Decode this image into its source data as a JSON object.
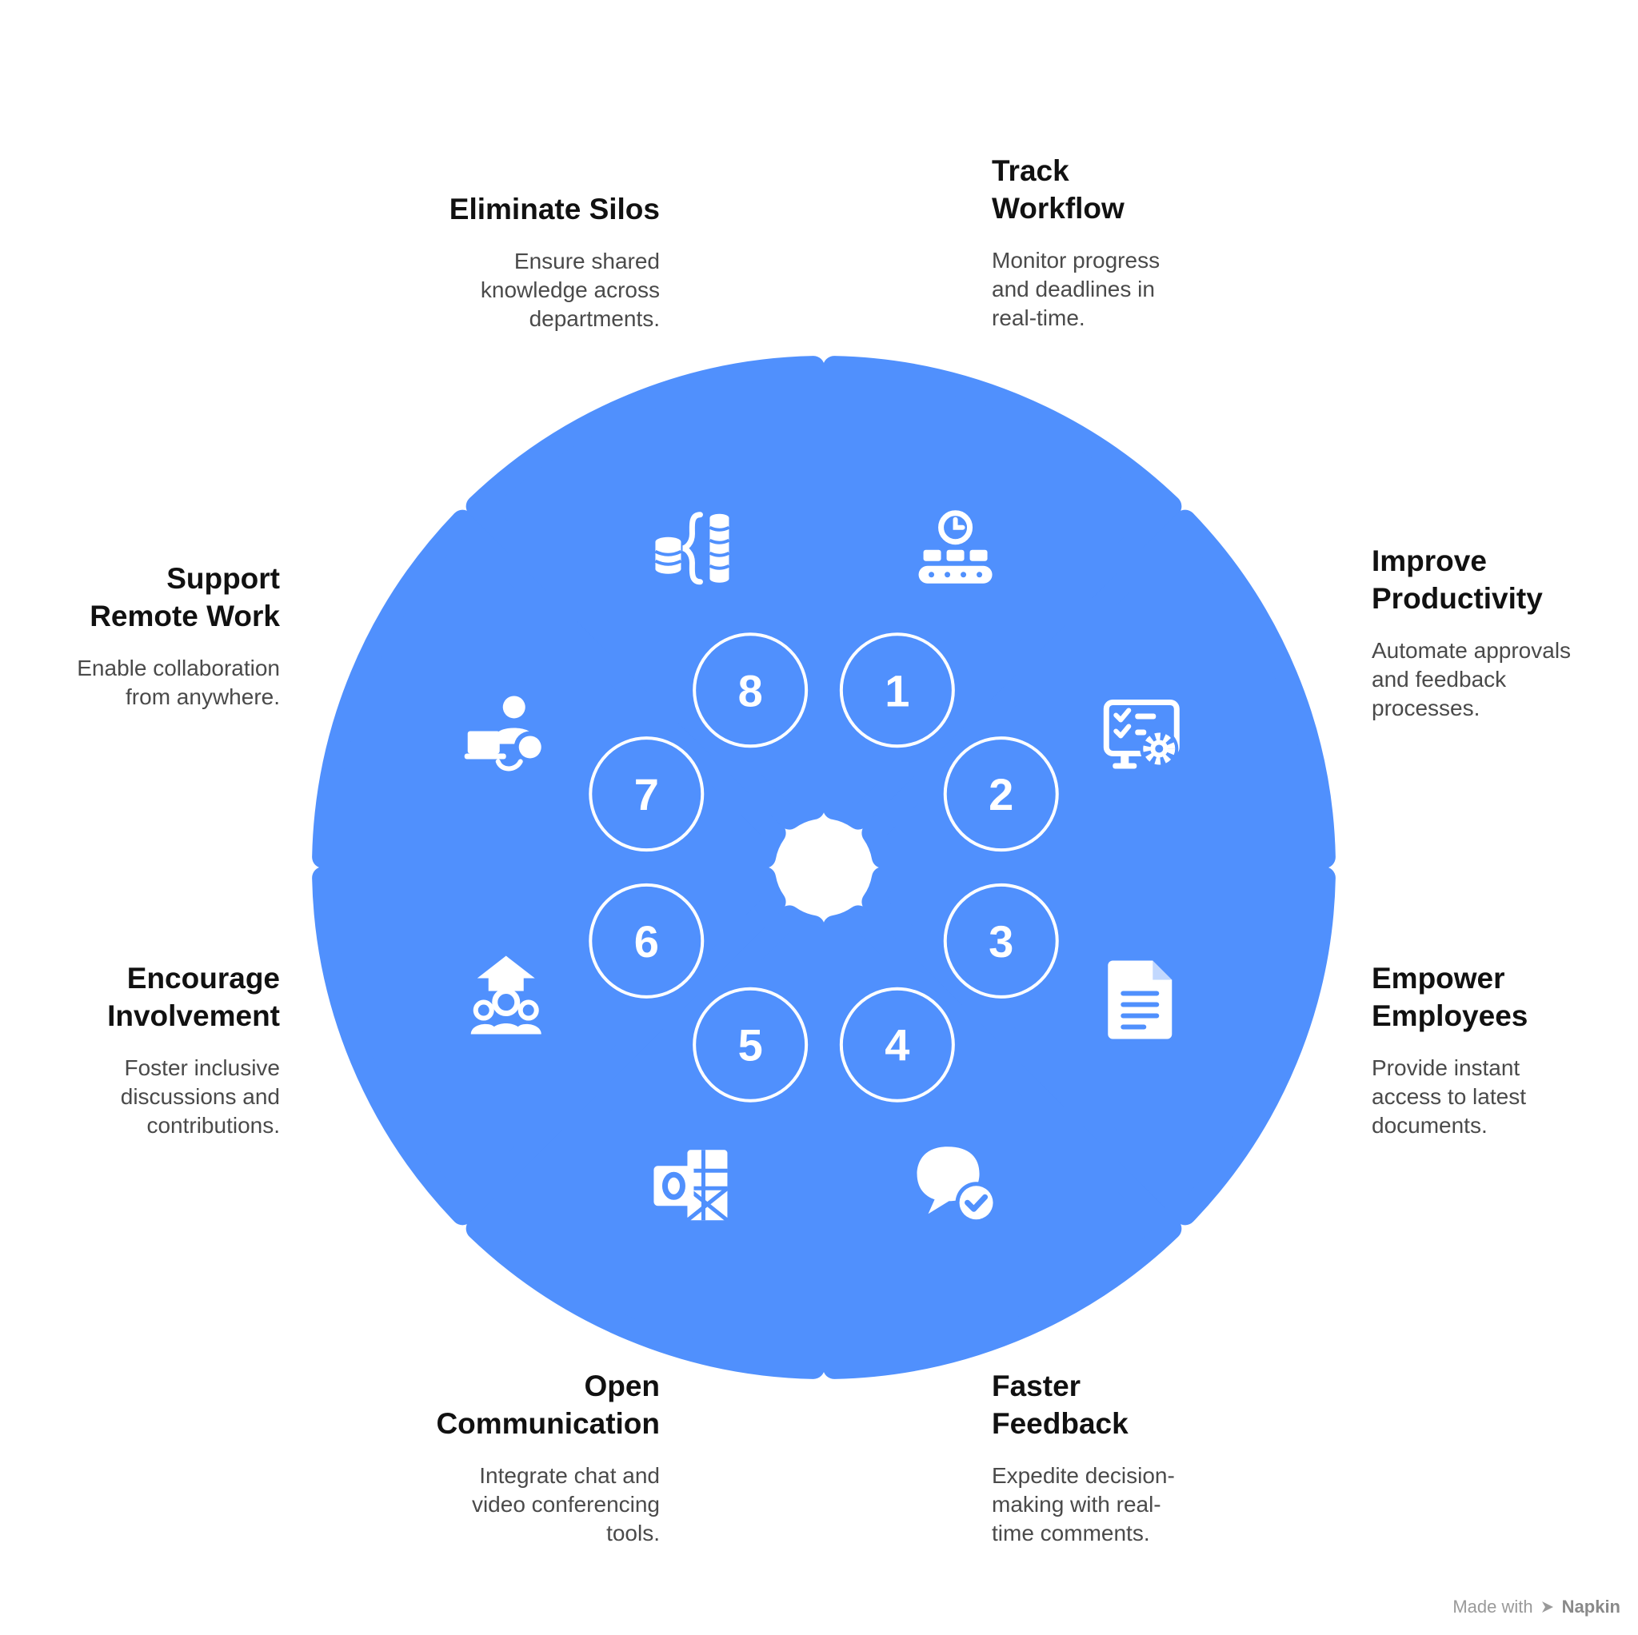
{
  "colors": {
    "segment": "#5090FD",
    "background": "#FFFFFF",
    "heading": "#111111",
    "body": "#4A4A4A"
  },
  "segments": [
    {
      "number": "1",
      "title": "Track Workflow",
      "description": "Monitor progress and deadlines in real-time.",
      "icon": "conveyor-clock-icon"
    },
    {
      "number": "2",
      "title": "Improve Productivity",
      "description": "Automate approvals and feedback processes.",
      "icon": "monitor-checklist-gear-icon"
    },
    {
      "number": "3",
      "title": "Empower Employees",
      "description": "Provide instant access to latest documents.",
      "icon": "document-icon"
    },
    {
      "number": "4",
      "title": "Faster Feedback",
      "description": "Expedite decision-making with real-time comments.",
      "icon": "chat-check-icon"
    },
    {
      "number": "5",
      "title": "Open Communication",
      "description": "Integrate chat and video conferencing tools.",
      "icon": "outlook-icon"
    },
    {
      "number": "6",
      "title": "Encourage Involvement",
      "description": "Foster inclusive discussions and contributions.",
      "icon": "group-house-icon"
    },
    {
      "number": "7",
      "title": "Support Remote Work",
      "description": "Enable collaboration from anywhere.",
      "icon": "laptop-user-icon"
    },
    {
      "number": "8",
      "title": "Eliminate Silos",
      "description": "Ensure shared knowledge across departments.",
      "icon": "database-brackets-icon"
    }
  ],
  "watermark": {
    "prefix": "Made with",
    "brand": "Napkin"
  }
}
